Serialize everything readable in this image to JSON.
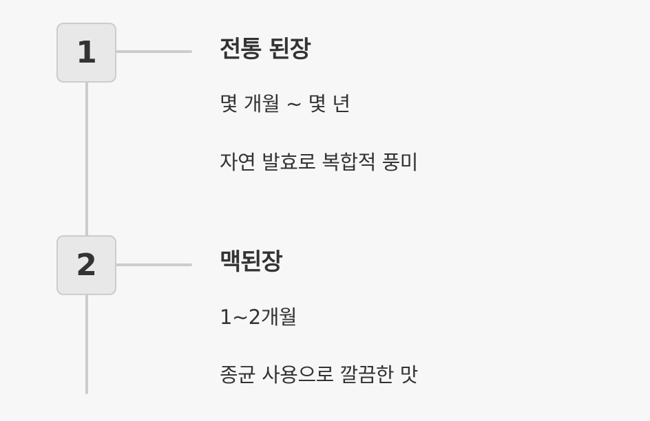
{
  "diagram": {
    "colors": {
      "background": "#f7f7f7",
      "box_fill": "#e8e8e8",
      "line": "#cccccc",
      "text": "#333333"
    },
    "steps": [
      {
        "number": "1",
        "title": "전통 된장",
        "lines": [
          "몇 개월 ~ 몇 년",
          "자연 발효로 복합적 풍미"
        ]
      },
      {
        "number": "2",
        "title": "맥된장",
        "lines": [
          "1~2개월",
          "종균 사용으로 깔끔한 맛"
        ]
      }
    ]
  }
}
